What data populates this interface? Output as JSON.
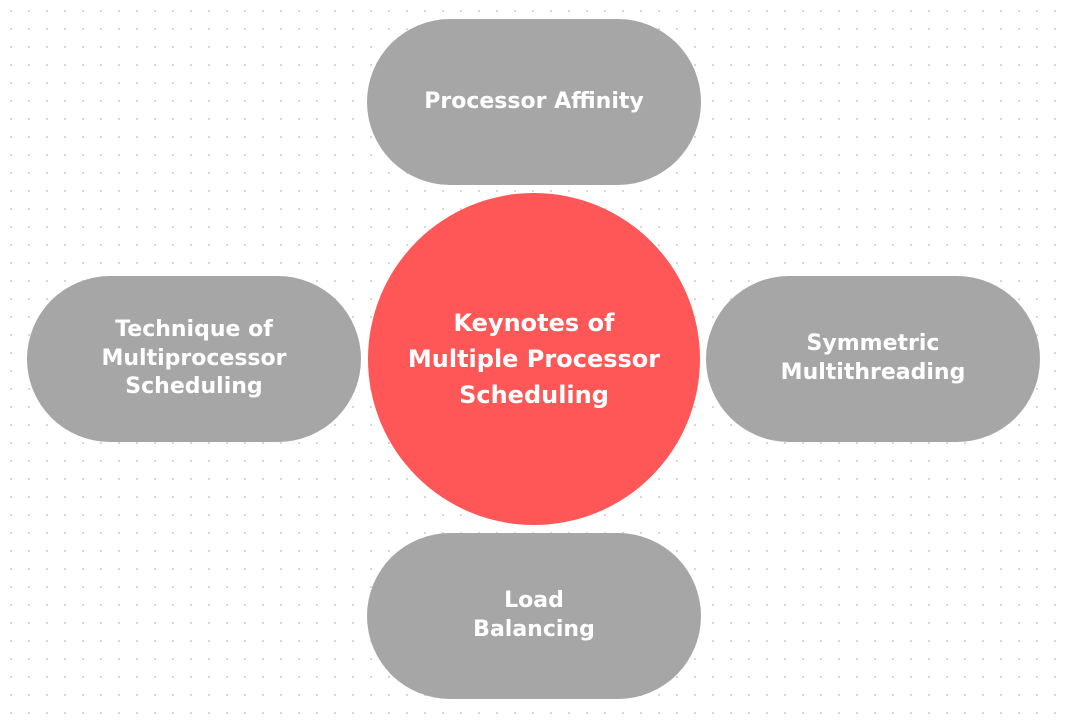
{
  "diagram": {
    "center": {
      "lines": [
        "Keynotes of",
        "Multiple Processor",
        "Scheduling"
      ],
      "color": "#ff5757"
    },
    "top": {
      "lines": [
        "Processor Affinity"
      ],
      "color": "#a6a6a6"
    },
    "left": {
      "lines": [
        "Technique of",
        "Multiprocessor",
        "Scheduling"
      ],
      "color": "#a6a6a6"
    },
    "right": {
      "lines": [
        "Symmetric",
        "Multithreading"
      ],
      "color": "#a6a6a6"
    },
    "bottom": {
      "lines": [
        "Load",
        "Balancing"
      ],
      "color": "#a6a6a6"
    }
  }
}
